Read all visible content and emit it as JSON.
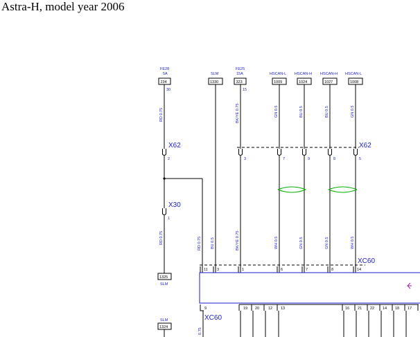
{
  "title": "Astra-H, model year 2006",
  "top_labels": [
    {
      "lines": [
        "FE28",
        "5A"
      ],
      "box": "234",
      "pin": "30"
    },
    {
      "lines": [
        "",
        "SLM"
      ],
      "box": "1330",
      "pin": ""
    },
    {
      "lines": [
        "FE25",
        "15A"
      ],
      "box": "323",
      "pin": "15"
    },
    {
      "lines": [
        "",
        "HSCAN-L"
      ],
      "box": "1009",
      "pin": ""
    },
    {
      "lines": [
        "",
        "HSCAN-H"
      ],
      "box": "1024",
      "pin": ""
    },
    {
      "lines": [
        "",
        "HSCAN-H"
      ],
      "box": "1027",
      "pin": ""
    },
    {
      "lines": [
        "",
        "HSCAN-L"
      ],
      "box": "1008",
      "pin": ""
    }
  ],
  "wire_colors_upper": [
    "RD 0.75",
    "BK/YE 0.75",
    "GN 0.5",
    "BU 0.5",
    "BU 0.5",
    "GN 0.5"
  ],
  "wire_colors_lower": [
    "RD 0.75",
    "RD 0.75",
    "BU 0.5",
    "BK/YE 0.75",
    "WH 0.5",
    "GN 0.5",
    "GN 0.5",
    "WH 0.5"
  ],
  "connectors": {
    "x62_left": {
      "name": "X62",
      "pin": "2"
    },
    "x62_right": {
      "name": "X62",
      "pins": [
        "3",
        "7",
        "9",
        "8",
        "5"
      ]
    },
    "x30": {
      "name": "X30",
      "pin": "1"
    },
    "xc60_top": {
      "name": "XC60",
      "pins": [
        "11",
        "3",
        "1",
        "6",
        "7",
        "8",
        "14"
      ]
    },
    "xc60_bottom": {
      "name": "XC60",
      "pins": [
        "9",
        "19",
        "20",
        "12",
        "13",
        "16",
        "21",
        "22",
        "14",
        "18",
        "17"
      ]
    }
  },
  "ground_refs": [
    {
      "box": "1325",
      "label": "SLM"
    },
    {
      "label": "SLM",
      "box": "1324"
    }
  ],
  "edge_text": "0.75"
}
